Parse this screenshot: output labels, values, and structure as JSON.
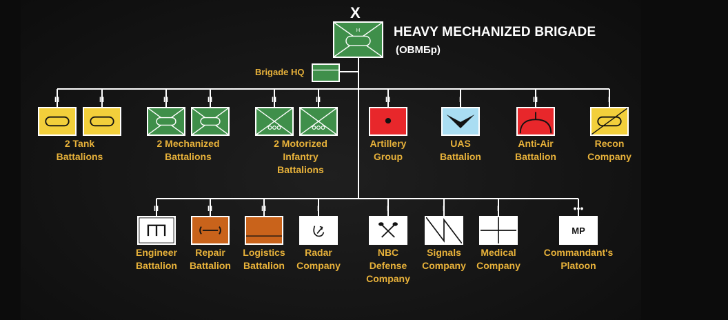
{
  "header": {
    "command_mark": "X",
    "title": "HEAVY MECHANIZED BRIGADE",
    "subtitle": "(ОВМБр)",
    "command_letter": "H",
    "hq_label": "Brigade HQ"
  },
  "top_units": [
    {
      "id": "tank",
      "echelon": "II",
      "lines": [
        "2 Tank",
        "Battalions"
      ]
    },
    {
      "id": "mech",
      "echelon": "II",
      "lines": [
        "2 Mechanized",
        "Battalions"
      ]
    },
    {
      "id": "motor",
      "echelon": "II",
      "lines": [
        "2 Motorized",
        "Infantry",
        "Battalions"
      ]
    },
    {
      "id": "artillery",
      "echelon": "II",
      "lines": [
        "Artillery",
        "Group"
      ]
    },
    {
      "id": "uas",
      "echelon": "I",
      "lines": [
        "UAS",
        "Battalion"
      ]
    },
    {
      "id": "antiair",
      "echelon": "II",
      "lines": [
        "Anti-Air",
        "Battalion"
      ]
    },
    {
      "id": "recon",
      "echelon": "I",
      "lines": [
        "Recon",
        "Company"
      ]
    }
  ],
  "bottom_units": [
    {
      "id": "engineer",
      "echelon": "II",
      "lines": [
        "Engineer",
        "Battalion"
      ]
    },
    {
      "id": "repair",
      "echelon": "II",
      "lines": [
        "Repair",
        "Battalion"
      ]
    },
    {
      "id": "logistics",
      "echelon": "II",
      "lines": [
        "Logistics",
        "Battalion"
      ]
    },
    {
      "id": "radar",
      "echelon": "I",
      "lines": [
        "Radar",
        "Company"
      ]
    },
    {
      "id": "nbc",
      "echelon": "I",
      "lines": [
        "NBC",
        "Defense",
        "Company"
      ]
    },
    {
      "id": "signals",
      "echelon": "I",
      "lines": [
        "Signals",
        "Company"
      ]
    },
    {
      "id": "medical",
      "echelon": "I",
      "lines": [
        "Medical",
        "Company"
      ]
    },
    {
      "id": "commandant",
      "echelon": "•••",
      "lines": [
        "Commandant's",
        "Platoon"
      ],
      "symbol_text": "MP"
    }
  ],
  "colors": {
    "armor_yellow": "#f2cf3b",
    "infantry_green": "#3f8f4a",
    "fires_red": "#e8272b",
    "air_blue": "#a9ddf2",
    "support_orange": "#c9631b",
    "label_gold": "#e8b23a"
  }
}
